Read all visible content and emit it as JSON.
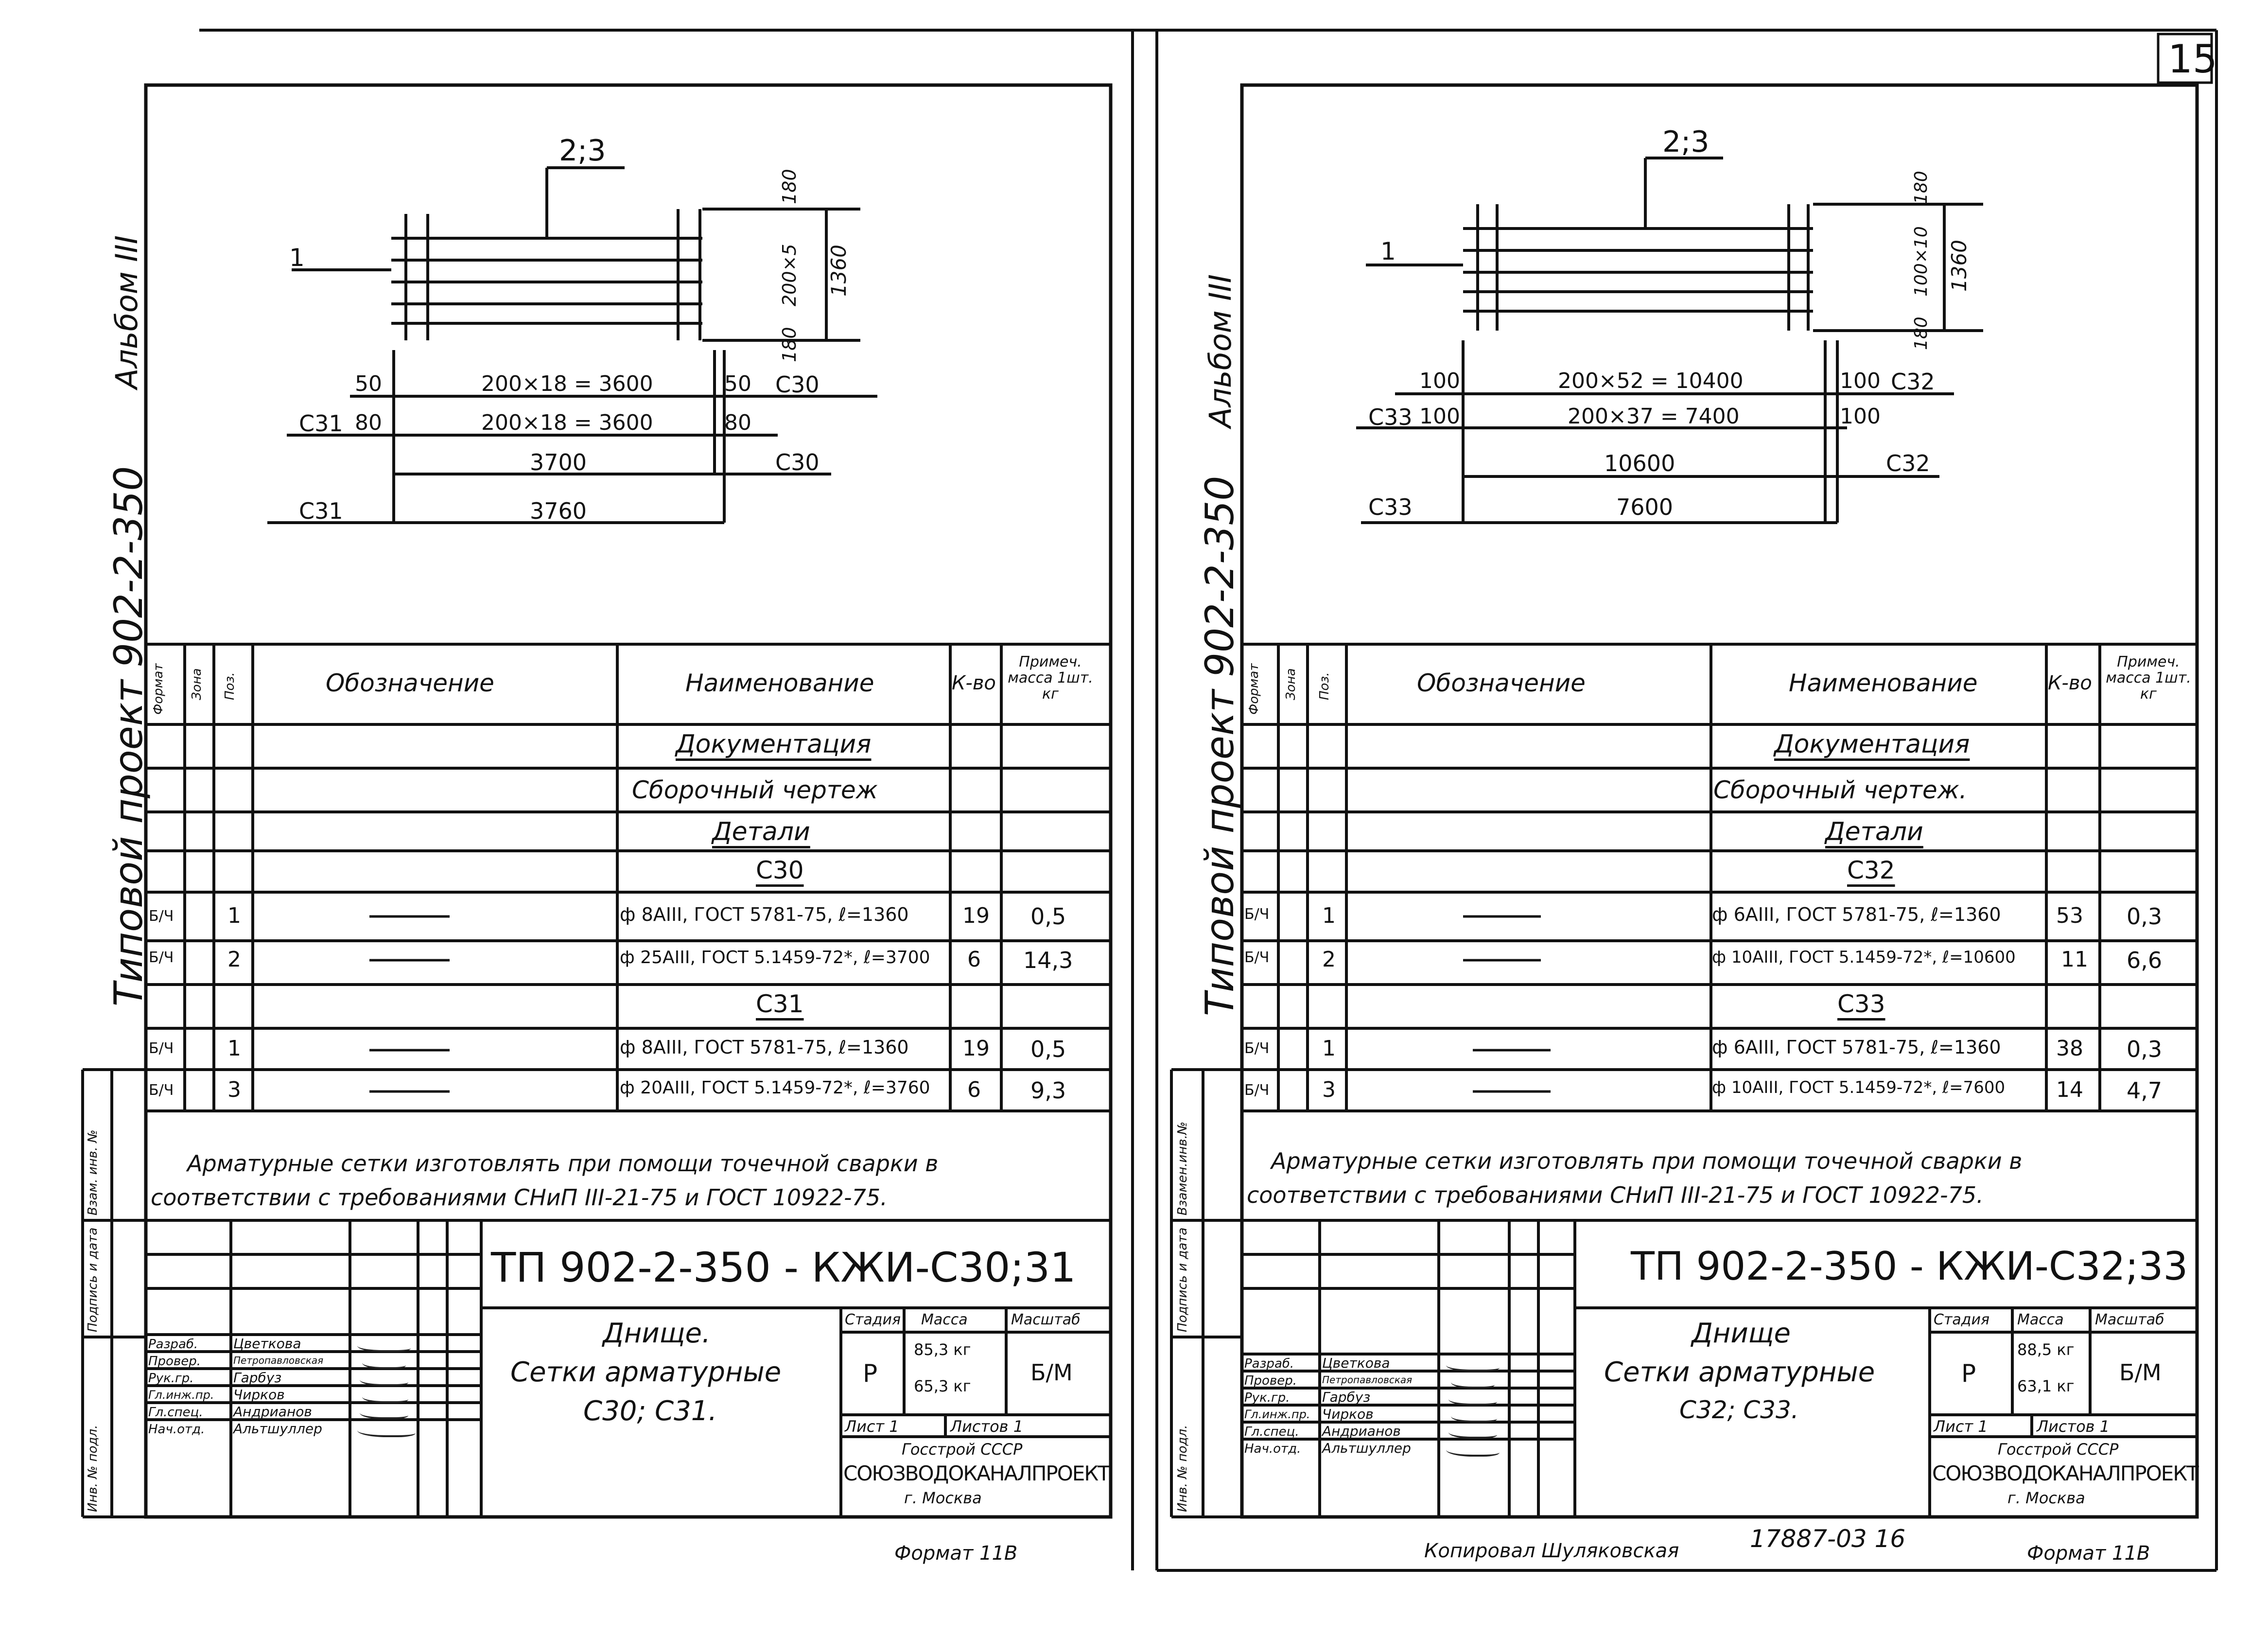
{
  "page_number": "15",
  "left": {
    "album": "Альбом III",
    "project": "Типовой проект 902-2-350",
    "drawing": {
      "callout": "2;3",
      "pos1": "1",
      "dim_180_top": "180",
      "dim_200x5": "200×5",
      "dim_1360": "1360",
      "dim_180_bot": "180",
      "r1_left": "50",
      "r1_mid": "200×18 = 3600",
      "r1_right": "50",
      "r1_tag": "С30",
      "r2_tag_left": "С31",
      "r2_left": "80",
      "r2_mid": "200×18 = 3600",
      "r2_right": "80",
      "r3_mid": "3700",
      "r3_tag": "С30",
      "r4_tag": "С31",
      "r4_mid": "3760"
    },
    "table": {
      "headers": {
        "format": "Формат",
        "zone": "Зона",
        "pos": "Поз.",
        "designation": "Обозначение",
        "name": "Наименование",
        "qty": "К-во",
        "note": "Примеч. масса 1шт. кг"
      },
      "sec_docs": "Документация",
      "assembly": "Сборочный чертеж",
      "sec_parts": "Детали",
      "grp1": "С30",
      "rows1": [
        {
          "format": "Б/Ч",
          "pos": "1",
          "name": "ф 8АIII, ГОСТ 5781-75, ℓ=1360",
          "qty": "19",
          "note": "0,5"
        },
        {
          "format": "Б/Ч",
          "pos": "2",
          "name": "ф 25АIII, ГОСТ 5.1459-72*, ℓ=3700",
          "qty": "6",
          "note": "14,3"
        }
      ],
      "grp2": "С31",
      "rows2": [
        {
          "format": "Б/Ч",
          "pos": "1",
          "name": "ф 8АIII, ГОСТ 5781-75, ℓ=1360",
          "qty": "19",
          "note": "0,5"
        },
        {
          "format": "Б/Ч",
          "pos": "3",
          "name": "ф 20АIII, ГОСТ 5.1459-72*, ℓ=3760",
          "qty": "6",
          "note": "9,3"
        }
      ]
    },
    "note_line1": "Арматурные сетки изготовлять при помощи точечной сварки в",
    "note_line2": "соответствии с требованиями СНиП III-21-75 и ГОСТ 10922-75.",
    "stamp": {
      "code": "ТП 902-2-350 - КЖИ-С30;31",
      "title_line1": "Днище.",
      "title_line2": "Сетки арматурные",
      "title_line3": "С30; С31.",
      "stage_h": "Стадия",
      "mass_h": "Масса",
      "scale_h": "Масштаб",
      "stage": "Р",
      "mass1": "85,3 кг",
      "mass2": "65,3 кг",
      "scale": "Б/М",
      "sheet": "Лист 1",
      "sheets": "Листов 1",
      "org1": "Госстрой СССР",
      "org2": "СОЮЗВОДОКАНАЛПРОЕКТ",
      "org3": "г. Москва",
      "roles": [
        {
          "role": "Разраб.",
          "name": "Цветкова"
        },
        {
          "role": "Провер.",
          "name": "Петропавловская"
        },
        {
          "role": "Рук.гр.",
          "name": "Гарбуз"
        },
        {
          "role": "Гл.инж.пр.",
          "name": "Чирков"
        },
        {
          "role": "Гл.спец.",
          "name": "Андрианов"
        },
        {
          "role": "Нач.отд.",
          "name": "Альтшуллер"
        }
      ],
      "side_labels": [
        "Инв. № подл.",
        "Подпись и дата",
        "Взам. инв. №"
      ]
    },
    "format": "Формат 11В"
  },
  "right": {
    "album": "Альбом III",
    "project": "Типовой проект 902-2-350",
    "drawing": {
      "callout": "2;3",
      "pos1": "1",
      "dim_180_top": "180",
      "dim_100x10": "100×10",
      "dim_1360": "1360",
      "dim_180_bot": "180",
      "r1_left": "100",
      "r1_mid": "200×52 = 10400",
      "r1_right": "100",
      "r1_tag": "С32",
      "r2_tag_left": "С33",
      "r2_left": "100",
      "r2_mid": "200×37 = 7400",
      "r2_right": "100",
      "r3_mid": "10600",
      "r3_tag": "С32",
      "r4_tag": "С33",
      "r4_mid": "7600"
    },
    "table": {
      "headers": {
        "format": "Формат",
        "zone": "Зона",
        "pos": "Поз.",
        "designation": "Обозначение",
        "name": "Наименование",
        "qty": "К-во",
        "note": "Примеч. масса 1шт. кг"
      },
      "sec_docs": "Документация",
      "assembly": "Сборочный чертеж.",
      "sec_parts": "Детали",
      "grp1": "С32",
      "rows1": [
        {
          "format": "Б/Ч",
          "pos": "1",
          "name": "ф 6АIII, ГОСТ 5781-75, ℓ=1360",
          "qty": "53",
          "note": "0,3"
        },
        {
          "format": "Б/Ч",
          "pos": "2",
          "name": "ф 10АIII, ГОСТ 5.1459-72*, ℓ=10600",
          "qty": "11",
          "note": "6,6"
        }
      ],
      "grp2": "С33",
      "rows2": [
        {
          "format": "Б/Ч",
          "pos": "1",
          "name": "ф 6АIII, ГОСТ 5781-75, ℓ=1360",
          "qty": "38",
          "note": "0,3"
        },
        {
          "format": "Б/Ч",
          "pos": "3",
          "name": "ф 10АIII, ГОСТ 5.1459-72*, ℓ=7600",
          "qty": "14",
          "note": "4,7"
        }
      ]
    },
    "note_line1": "Арматурные сетки изготовлять при помощи точечной сварки в",
    "note_line2": "соответствии с требованиями СНиП III-21-75 и ГОСТ 10922-75.",
    "stamp": {
      "code": "ТП 902-2-350 - КЖИ-С32;33",
      "title_line1": "Днище",
      "title_line2": "Сетки арматурные",
      "title_line3": "С32; С33.",
      "stage_h": "Стадия",
      "mass_h": "Масса",
      "scale_h": "Масштаб",
      "stage": "Р",
      "mass1": "88,5 кг",
      "mass2": "63,1 кг",
      "scale": "Б/М",
      "sheet": "Лист 1",
      "sheets": "Листов 1",
      "org1": "Госстрой СССР",
      "org2": "СОЮЗВОДОКАНАЛПРОЕКТ",
      "org3": "г. Москва",
      "roles": [
        {
          "role": "Разраб.",
          "name": "Цветкова"
        },
        {
          "role": "Провер.",
          "name": "Петропавловская"
        },
        {
          "role": "Рук.гр.",
          "name": "Гарбуз"
        },
        {
          "role": "Гл.инж.пр.",
          "name": "Чирков"
        },
        {
          "role": "Гл.спец.",
          "name": "Андрианов"
        },
        {
          "role": "Нач.отд.",
          "name": "Альтшуллер"
        }
      ],
      "side_labels": [
        "Инв. № подл.",
        "Подпись и дата",
        "Взамен.инв.№"
      ]
    },
    "copied": "Копировал   Шуляковская",
    "archive_no": "17887-03   16",
    "format": "Формат 11В"
  }
}
